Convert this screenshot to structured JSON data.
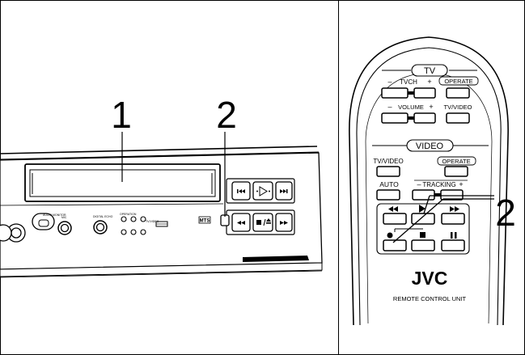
{
  "callouts": {
    "vcr_cassette_slot": "1",
    "vcr_button": "2",
    "remote_button": "2"
  },
  "remote": {
    "tv_section": "TV",
    "tvch_label": "TVCH",
    "minus": "–",
    "plus": "+",
    "operate_tv": "OPERATE",
    "volume_label": "VOLUME",
    "tv_video_top": "TV/VIDEO",
    "video_section": "VIDEO",
    "tv_video_mid": "TV/VIDEO",
    "operate_video": "OPERATE",
    "auto": "AUTO",
    "tracking_label": "TRACKING",
    "brand": "JVC",
    "unit_label": "REMOTE CONTROL UNIT"
  },
  "vcr": {
    "panel_label_1": "AUDIO\nMONITOR",
    "panel_label_2": "MIC",
    "panel_label_3": "DIGITAL ECHO",
    "panel_label_4": "OPERATION",
    "panel_label_5": "TV/VIDEO",
    "panel_label_6": "MTS"
  }
}
